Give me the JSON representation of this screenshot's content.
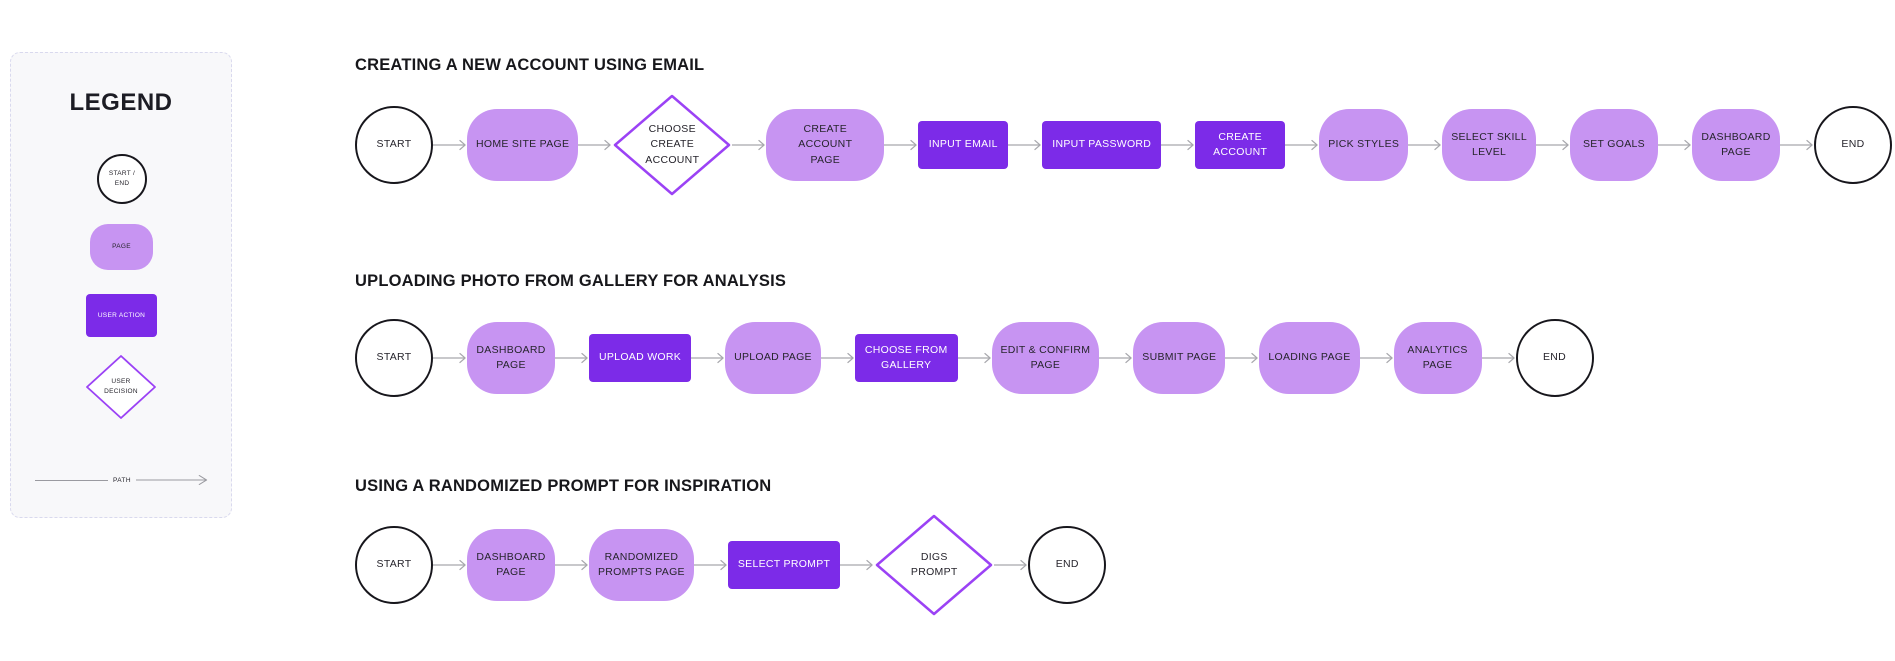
{
  "legend": {
    "title": "LEGEND",
    "items": [
      {
        "type": "terminal",
        "label": "START /\nEND"
      },
      {
        "type": "page",
        "label": "PAGE"
      },
      {
        "type": "action",
        "label": "USER ACTION"
      },
      {
        "type": "decision",
        "label": "USER\nDECISION"
      },
      {
        "type": "path",
        "label": "PATH"
      }
    ]
  },
  "colors": {
    "page_fill": "#C794F2",
    "action_fill": "#7C2BE8",
    "decision_stroke": "#9B42F5",
    "terminal_stroke": "#17161C",
    "arrow": "#A7A7AC",
    "dark_text": "#26242C",
    "light_text": "#FFFFFF",
    "legend_bg": "#F8F8FA",
    "legend_border": "#D9D9EE"
  },
  "flows": [
    {
      "title": "CREATING A NEW ACCOUNT USING EMAIL",
      "nodes": [
        {
          "type": "terminal",
          "label": "START"
        },
        {
          "type": "page",
          "label": "HOME SITE PAGE"
        },
        {
          "type": "decision",
          "label": "CHOOSE\nCREATE\nACCOUNT"
        },
        {
          "type": "page",
          "label": "CREATE ACCOUNT\nPAGE"
        },
        {
          "type": "action",
          "label": "INPUT EMAIL"
        },
        {
          "type": "action",
          "label": "INPUT PASSWORD"
        },
        {
          "type": "action",
          "label": "CREATE\nACCOUNT"
        },
        {
          "type": "page",
          "label": "PICK STYLES"
        },
        {
          "type": "page",
          "label": "SELECT SKILL\nLEVEL"
        },
        {
          "type": "page",
          "label": "SET GOALS"
        },
        {
          "type": "page",
          "label": "DASHBOARD\nPAGE"
        },
        {
          "type": "terminal",
          "label": "END"
        }
      ]
    },
    {
      "title": "UPLOADING PHOTO FROM GALLERY FOR ANALYSIS",
      "nodes": [
        {
          "type": "terminal",
          "label": "START"
        },
        {
          "type": "page",
          "label": "DASHBOARD\nPAGE"
        },
        {
          "type": "action",
          "label": "UPLOAD WORK"
        },
        {
          "type": "page",
          "label": "UPLOAD PAGE"
        },
        {
          "type": "action",
          "label": "CHOOSE FROM\nGALLERY"
        },
        {
          "type": "page",
          "label": "EDIT & CONFIRM\nPAGE"
        },
        {
          "type": "page",
          "label": "SUBMIT PAGE"
        },
        {
          "type": "page",
          "label": "LOADING PAGE"
        },
        {
          "type": "page",
          "label": "ANALYTICS\nPAGE"
        },
        {
          "type": "terminal",
          "label": "END"
        }
      ]
    },
    {
      "title": "USING A RANDOMIZED PROMPT FOR INSPIRATION",
      "nodes": [
        {
          "type": "terminal",
          "label": "START"
        },
        {
          "type": "page",
          "label": "DASHBOARD\nPAGE"
        },
        {
          "type": "page",
          "label": "RANDOMIZED\nPROMPTS PAGE"
        },
        {
          "type": "action",
          "label": "SELECT PROMPT"
        },
        {
          "type": "decision",
          "label": "DIGS\nPROMPT"
        },
        {
          "type": "terminal",
          "label": "END"
        }
      ]
    }
  ]
}
